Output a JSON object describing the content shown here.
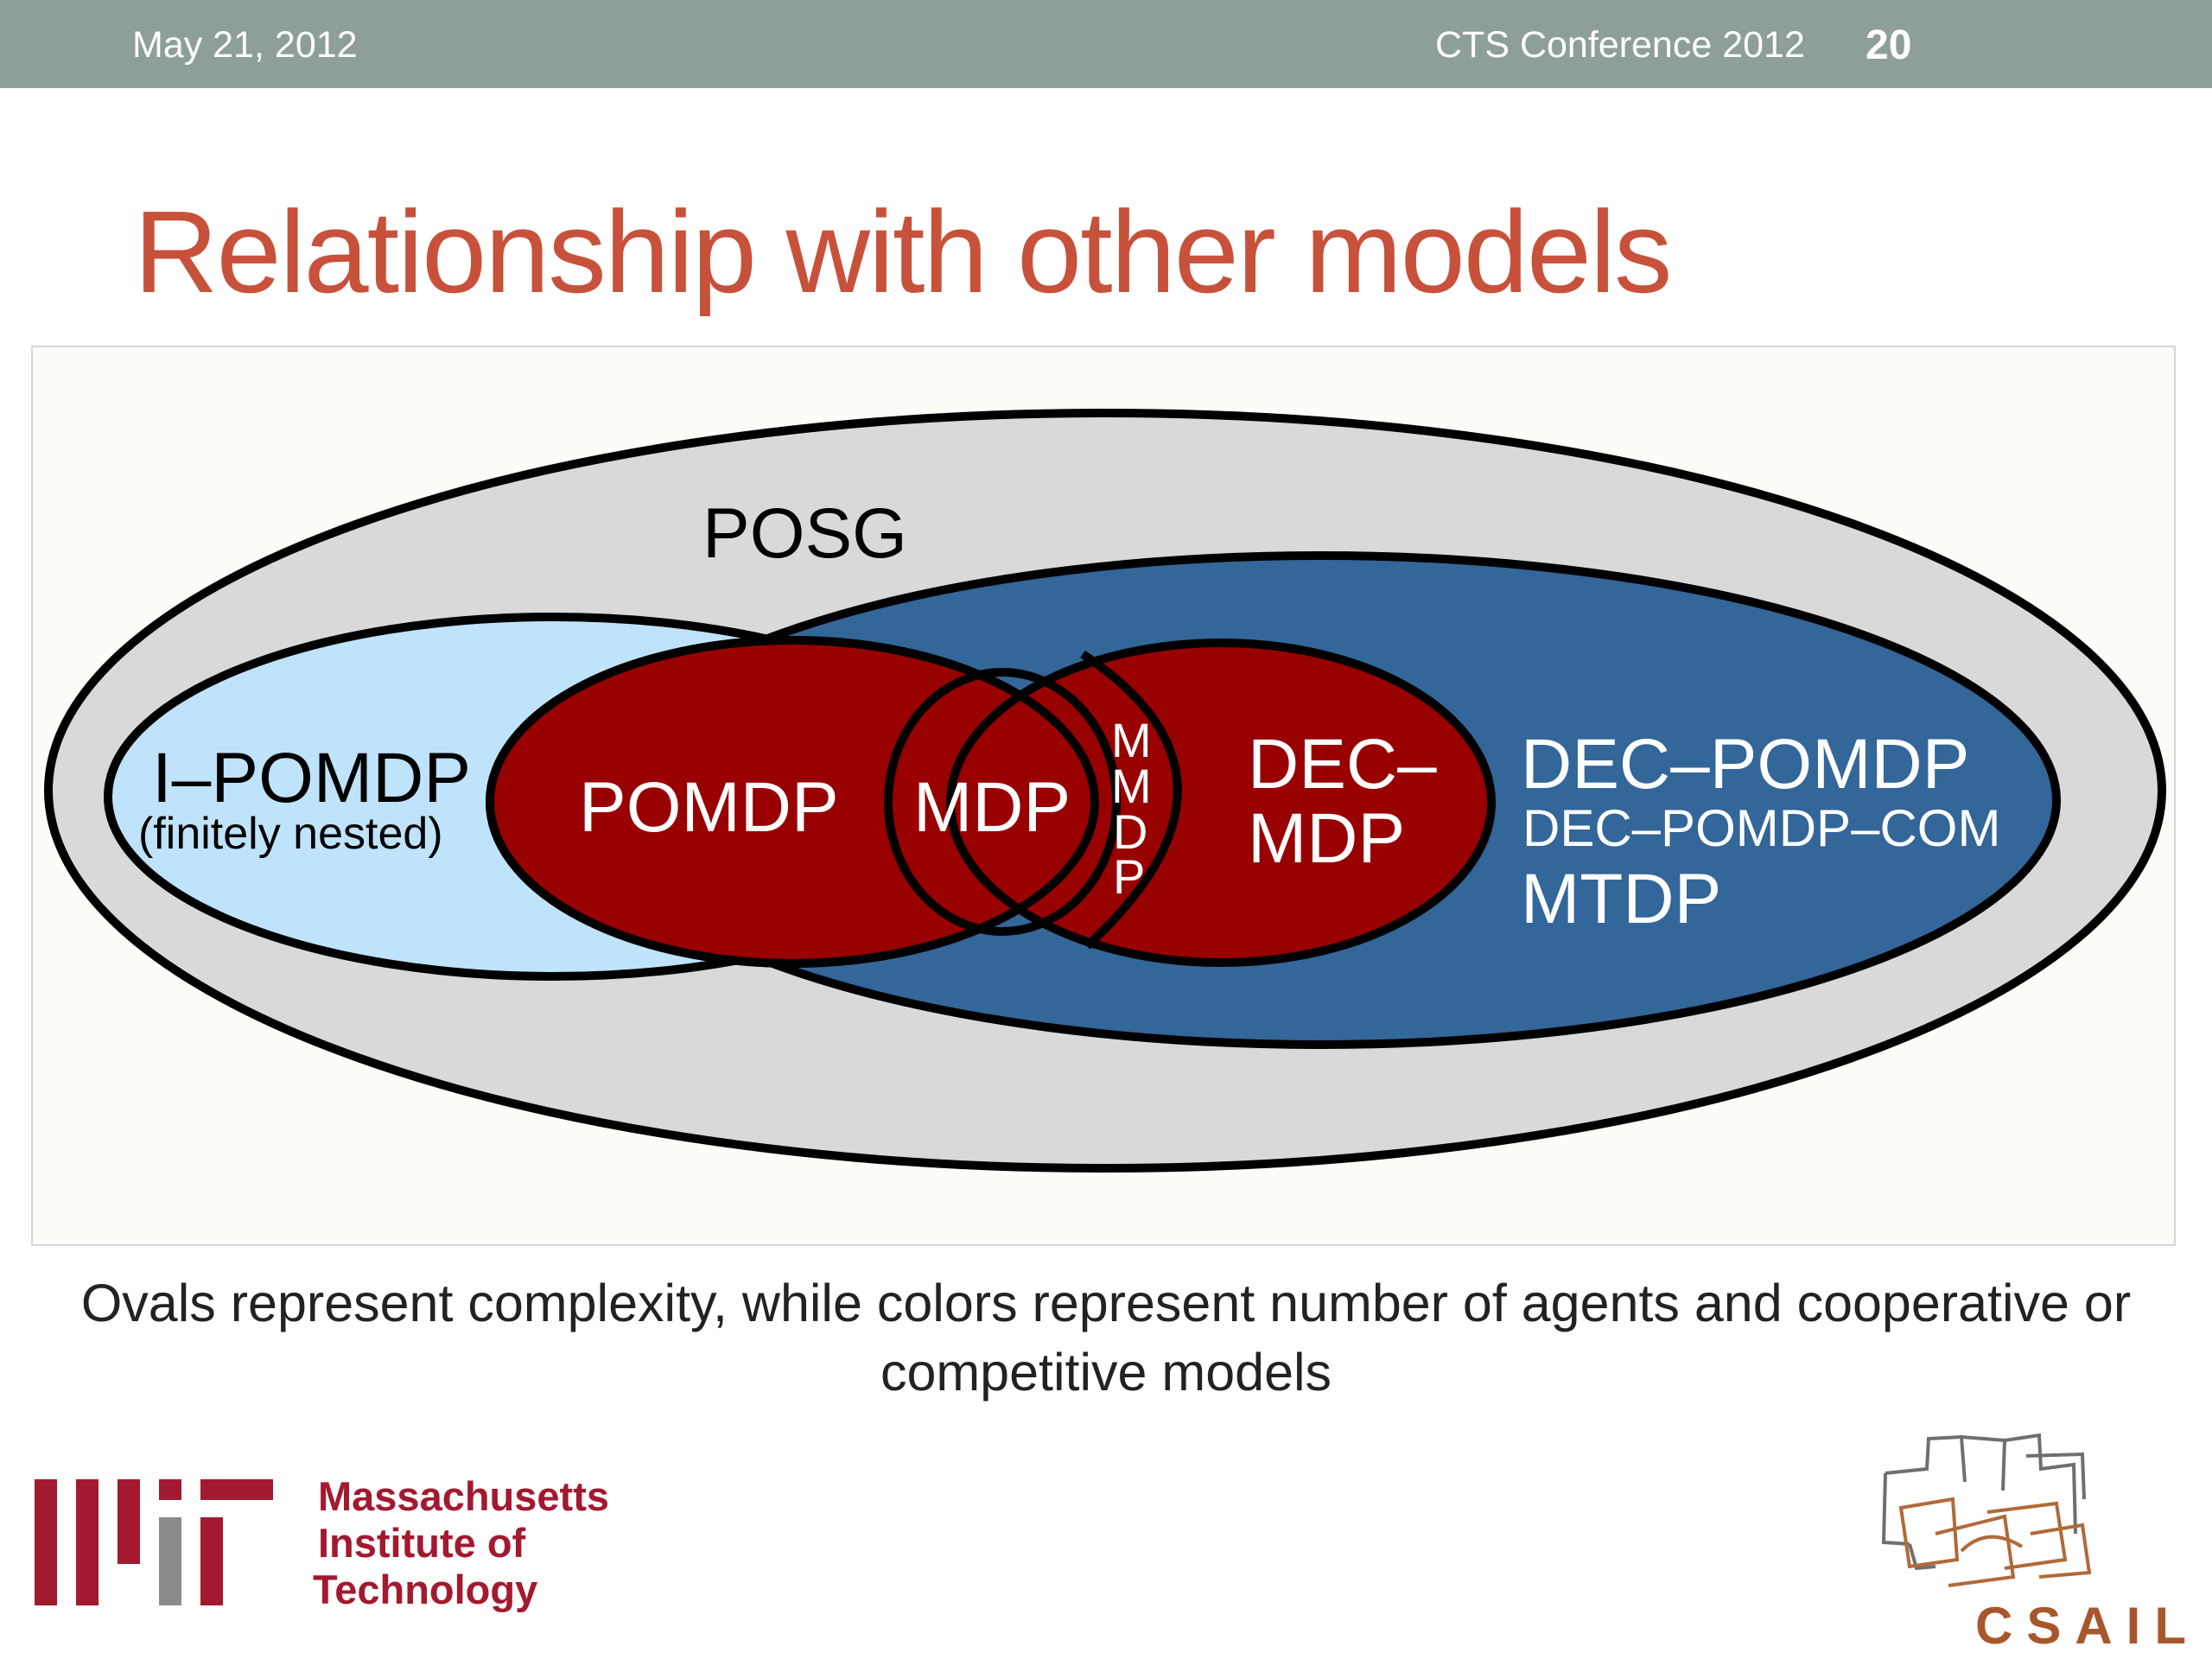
{
  "header": {
    "date": "May 21, 2012",
    "conference": "CTS Conference 2012",
    "page_number": "20",
    "bar_color": "#8e9f97"
  },
  "title": "Relationship with other models",
  "diagram": {
    "labels": {
      "posg": "POSG",
      "i_pomdp": "I–POMDP",
      "i_pomdp_note": "(finitely nested)",
      "pomdp": "POMDP",
      "mdp": "MDP",
      "mmdp_letters": [
        "M",
        "M",
        "D",
        "P"
      ],
      "dec_mdp_line1": "DEC–",
      "dec_mdp_line2": "MDP",
      "dec_pomdp": "DEC–POMDP",
      "dec_pomdp_com": "DEC–POMDP–COM",
      "mtdp": "MTDP"
    },
    "colors": {
      "outer_gray": "#d9d9d9",
      "light_blue": "#bfe3fb",
      "dark_blue": "#336699",
      "dark_red": "#990000",
      "outline": "#000000"
    }
  },
  "caption": {
    "line1": "Ovals represent complexity, while colors represent number of agents and cooperative or",
    "line2": "competitive models"
  },
  "footer": {
    "mit": {
      "line1": "Massachusetts",
      "line2": "Institute of",
      "line3": "Technology",
      "color": "#a3192f"
    },
    "csail": {
      "text": "CSAIL",
      "color": "#a8572d"
    }
  }
}
